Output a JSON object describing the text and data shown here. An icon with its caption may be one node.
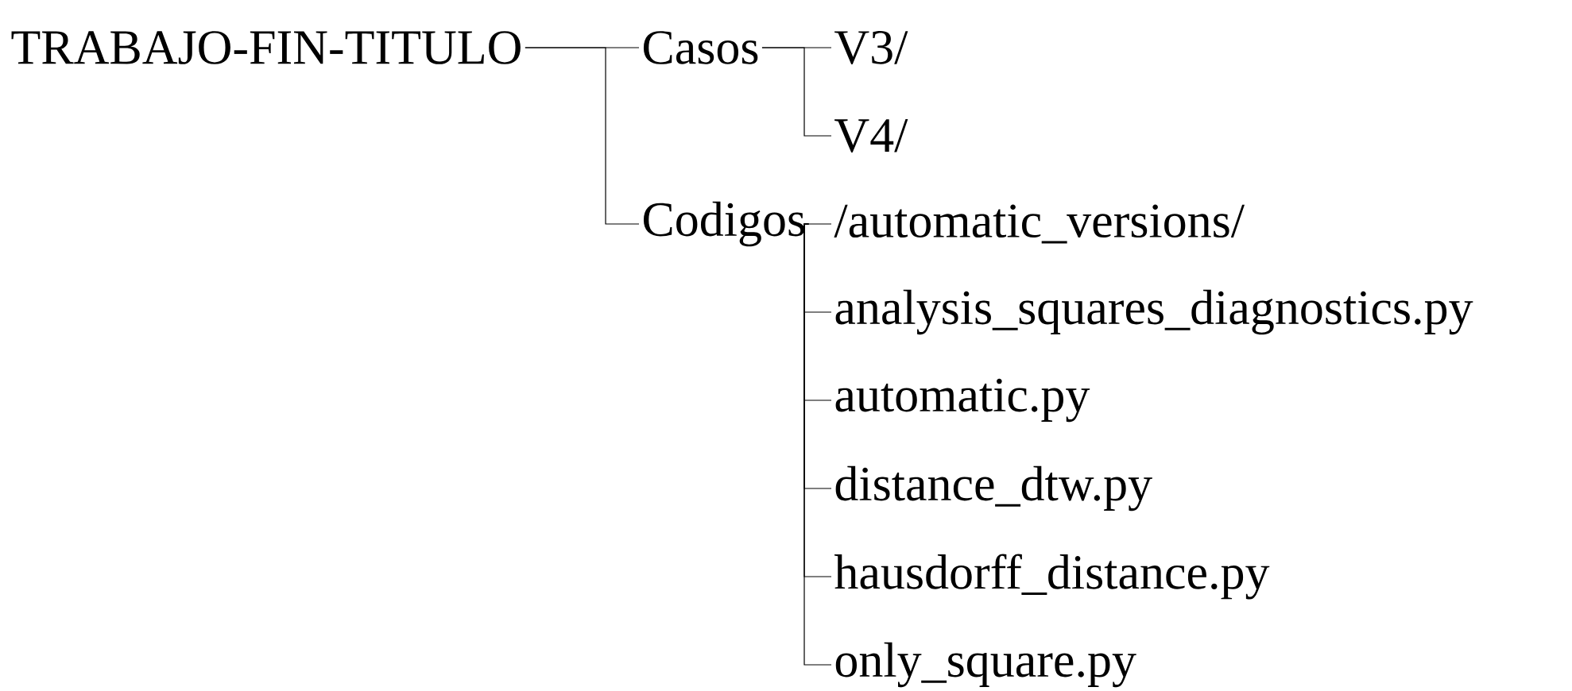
{
  "diagram": {
    "nodes": [
      {
        "text": [
          "TRABAJO-FIN-TITULO"
        ]
      },
      {
        "text": [
          "Casos"
        ]
      },
      {
        "text": [
          "V3/"
        ]
      },
      {
        "text": [
          "V4/"
        ]
      },
      {
        "text": [
          "Codigos"
        ]
      },
      {
        "text": [
          "/automatic_versions/"
        ]
      },
      {
        "text": [
          "analysis_squares_diagnostics.py"
        ]
      },
      {
        "text": [
          "automatic.py"
        ]
      },
      {
        "text": [
          "distance_dtw.py"
        ]
      },
      {
        "text": [
          "hausdorff_distance.py"
        ]
      },
      {
        "text": [
          "only_square.py"
        ]
      }
    ],
    "edges": [
      {
        "from": 0,
        "to": 1,
        "arrow": "none"
      },
      {
        "from": 0,
        "to": 4,
        "arrow": "none"
      },
      {
        "from": 1,
        "to": 2,
        "arrow": "none"
      },
      {
        "from": 1,
        "to": 3,
        "arrow": "none"
      },
      {
        "from": 4,
        "to": 5,
        "arrow": "none"
      },
      {
        "from": 4,
        "to": 6,
        "arrow": "none"
      },
      {
        "from": 4,
        "to": 7,
        "arrow": "none"
      },
      {
        "from": 4,
        "to": 8,
        "arrow": "none"
      },
      {
        "from": 4,
        "to": 9,
        "arrow": "none"
      },
      {
        "from": 4,
        "to": 10,
        "arrow": "none"
      }
    ]
  }
}
